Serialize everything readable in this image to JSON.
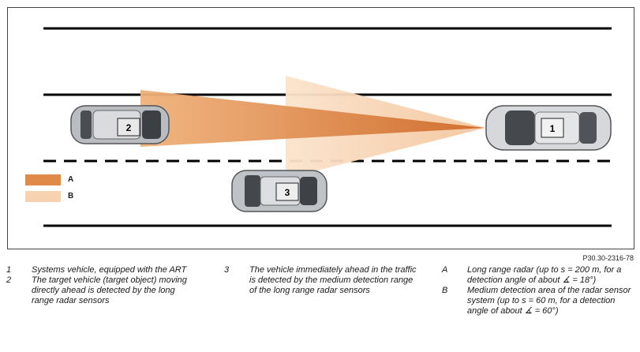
{
  "diagram": {
    "vehicle_labels": [
      "1",
      "2",
      "3"
    ],
    "legend": [
      {
        "key": "A",
        "color": "#e08a4a"
      },
      {
        "key": "B",
        "color": "#f6d2b0"
      }
    ],
    "reference": "P30.30-2316-78"
  },
  "captions": {
    "col1": [
      {
        "num": "1",
        "text": "Systems vehicle, equipped with the ART"
      },
      {
        "num": "2",
        "text": "The target vehicle (target object) moving directly ahead is detected by the long range radar sensors"
      }
    ],
    "col2": [
      {
        "num": "3",
        "text": "The vehicle immediately ahead in the traffic is detected by the medium detection range of the long range radar sensors"
      }
    ],
    "col3": [
      {
        "num": "A",
        "text": "Long range radar (up to s = 200 m, for a detection angle of about ∡ = 18°)"
      },
      {
        "num": "B",
        "text": "Medium detection area of the radar sensor system (up to s = 60 m, for a detection angle of about ∡ = 60°)"
      }
    ]
  }
}
